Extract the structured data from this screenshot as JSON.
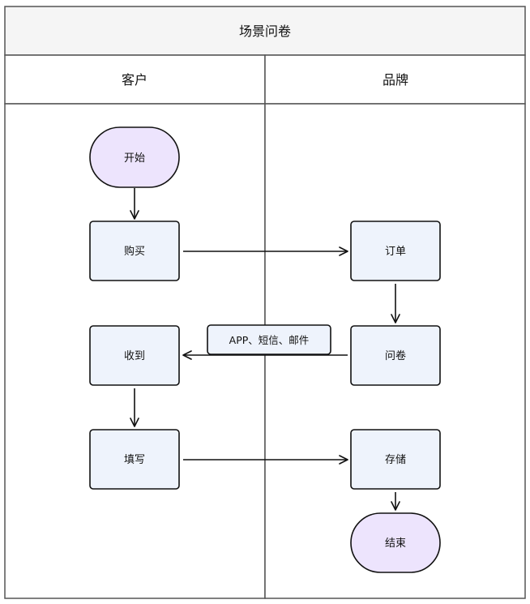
{
  "title": "场景问卷",
  "lanes": [
    "客户",
    "品牌"
  ],
  "nodes": {
    "start": "开始",
    "purchase": "购买",
    "order": "订单",
    "questionnaire": "问卷",
    "receive": "收到",
    "fill": "填写",
    "store": "存储",
    "end": "结束"
  },
  "channel_label": "APP、短信、邮件",
  "colors": {
    "terminal_fill": "#EDE4FD",
    "process_fill": "#EEF3FC",
    "stroke": "#111111",
    "frame_stroke": "#555555",
    "header_fill": "#F5F5F5"
  }
}
